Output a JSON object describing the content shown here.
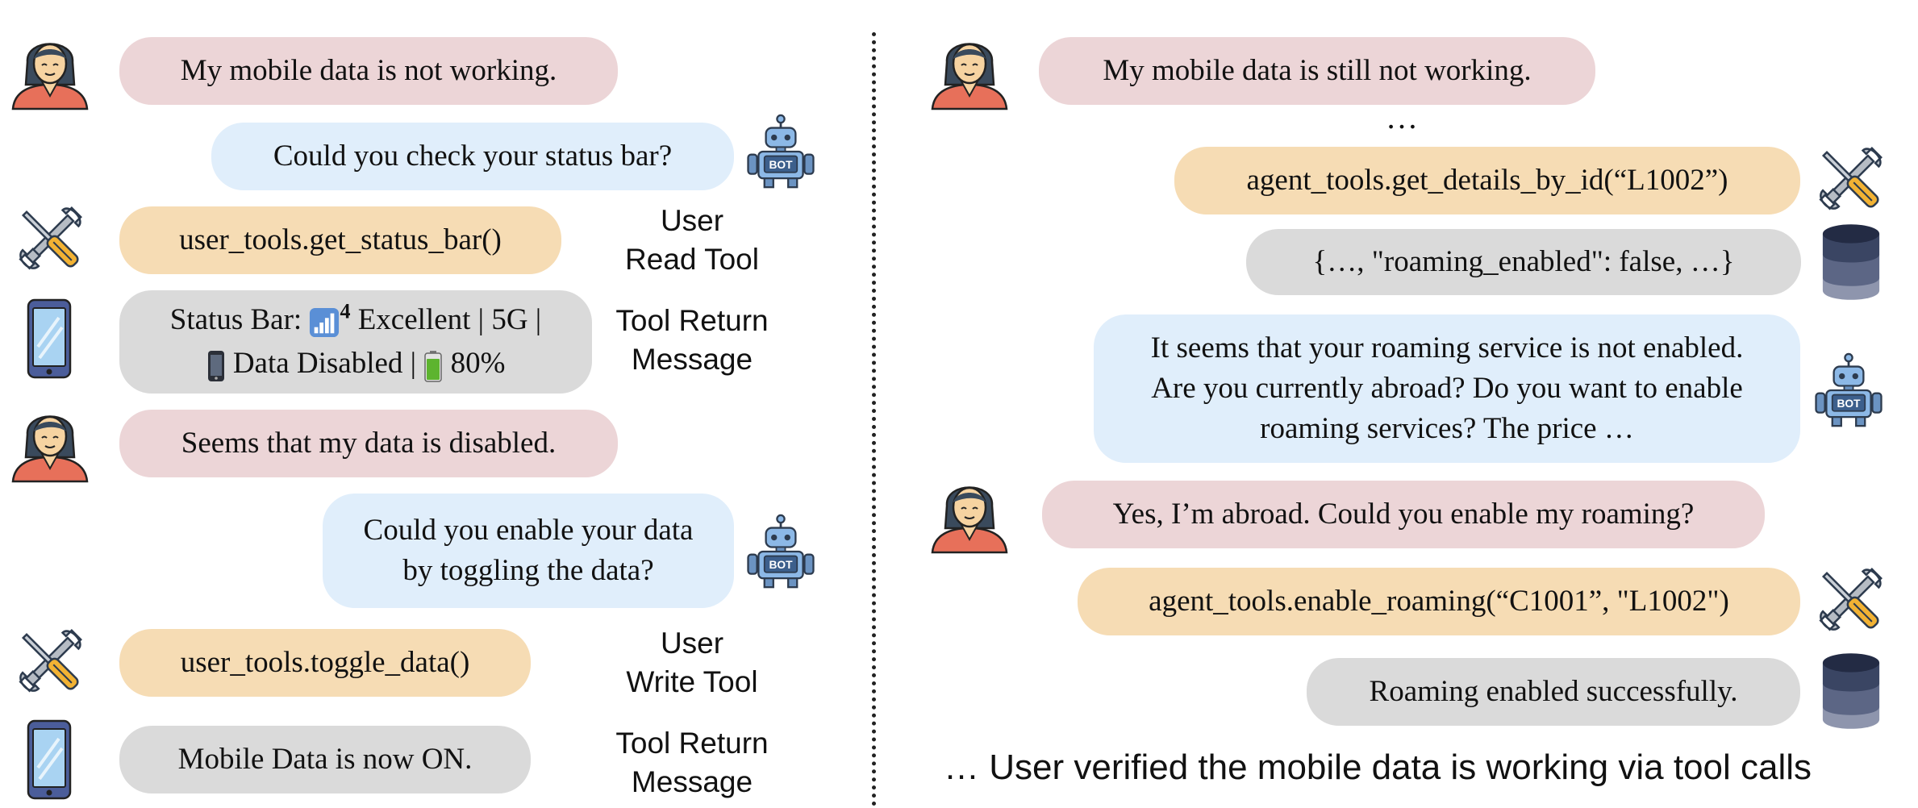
{
  "left": {
    "msg1": "My mobile data is not working.",
    "msg2": "Could you check your status bar?",
    "tool1": "user_tools.get_status_bar()",
    "tool1_label": [
      "User",
      "Read Tool"
    ],
    "status": {
      "prefix": "Status Bar:",
      "signal_sup": "4",
      "line1_rest": "Excellent | 5G |",
      "line2_mid": "Data Disabled |",
      "battery": "80%"
    },
    "return_label": [
      "Tool Return",
      "Message"
    ],
    "msg3": "Seems that my data is disabled.",
    "msg4": [
      "Could you enable your data",
      "by toggling the data?"
    ],
    "tool2": "user_tools.toggle_data()",
    "tool2_label": [
      "User",
      "Write Tool"
    ],
    "return2": "Mobile Data is now ON.",
    "return2_label": [
      "Tool Return",
      "Message"
    ]
  },
  "right": {
    "msg1": "My mobile data is still not working.",
    "ellipsis": "…",
    "tool1": "agent_tools.get_details_by_id(“L1002”)",
    "return1": "{…, \"roaming_enabled\": false, …}",
    "msg2": [
      "It seems that your roaming service is not enabled.",
      "Are you currently abroad? Do you want to enable",
      "roaming services? The price …"
    ],
    "msg3": "Yes, I’m abroad. Could you enable my roaming?",
    "tool2": "agent_tools.enable_roaming(“C1001”, \"L1002\")",
    "return2": "Roaming enabled successfully.",
    "footer": "… User verified the mobile data is working via tool calls"
  },
  "icons": {
    "user": "woman-user-icon",
    "bot": "bot-robot-icon",
    "tool": "wrench-screwdriver-icon",
    "phone": "mobile-phone-icon",
    "database": "database-icon",
    "bot_text": "BOT"
  },
  "colors": {
    "user_bubble": "#ecd5d7",
    "bot_bubble": "#e0eefb",
    "tool_bubble": "#f6dcb4",
    "return_bubble": "#dadada"
  }
}
